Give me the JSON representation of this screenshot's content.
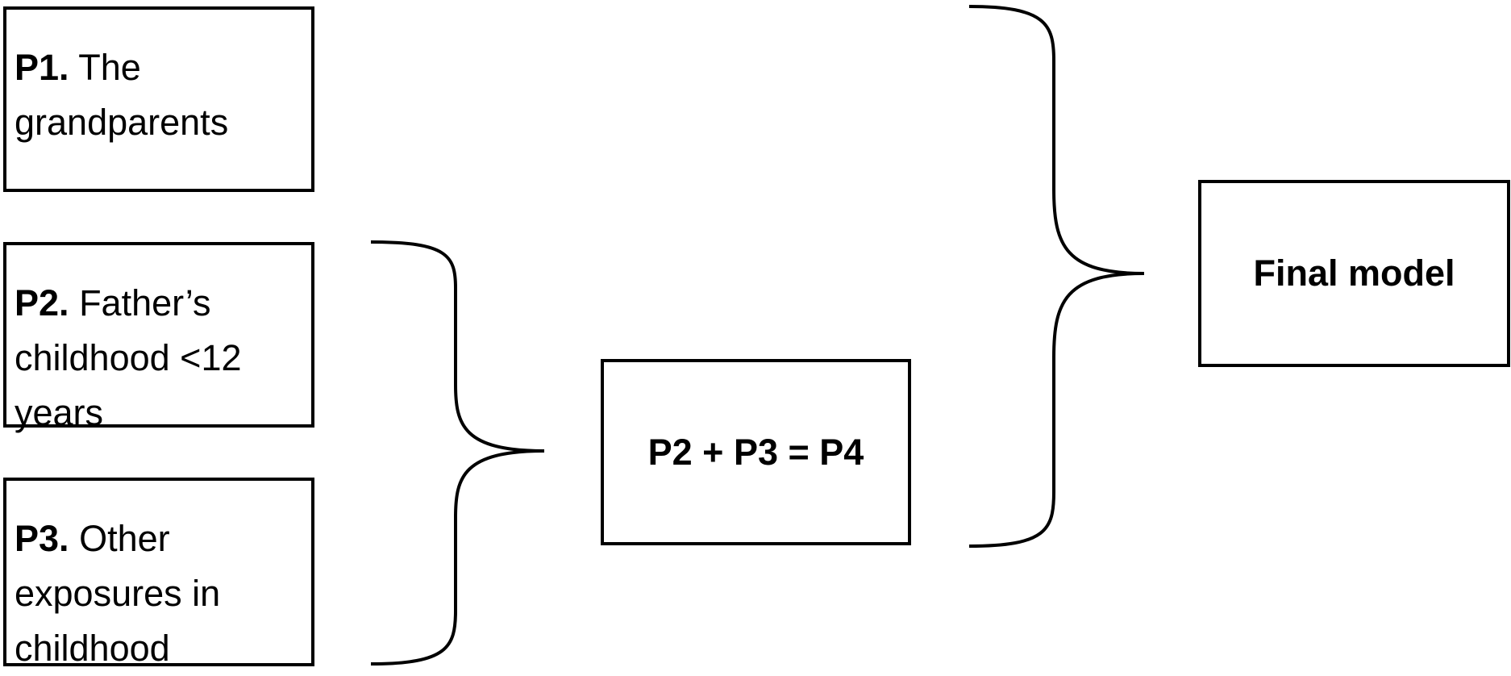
{
  "boxes": {
    "p1": {
      "label": "P1.",
      "text_line1": "The",
      "text_line2": "grandparents"
    },
    "p2": {
      "label": "P2.",
      "text_line1": "Father’s",
      "text_line2": "childhood <12",
      "text_line3": "years"
    },
    "p3": {
      "label": "P3.",
      "text_line1": "Other",
      "text_line2": "exposures in",
      "text_line3": "childhood"
    },
    "p4": {
      "text": "P2 + P3 = P4"
    },
    "final": {
      "text": "Final model"
    }
  }
}
